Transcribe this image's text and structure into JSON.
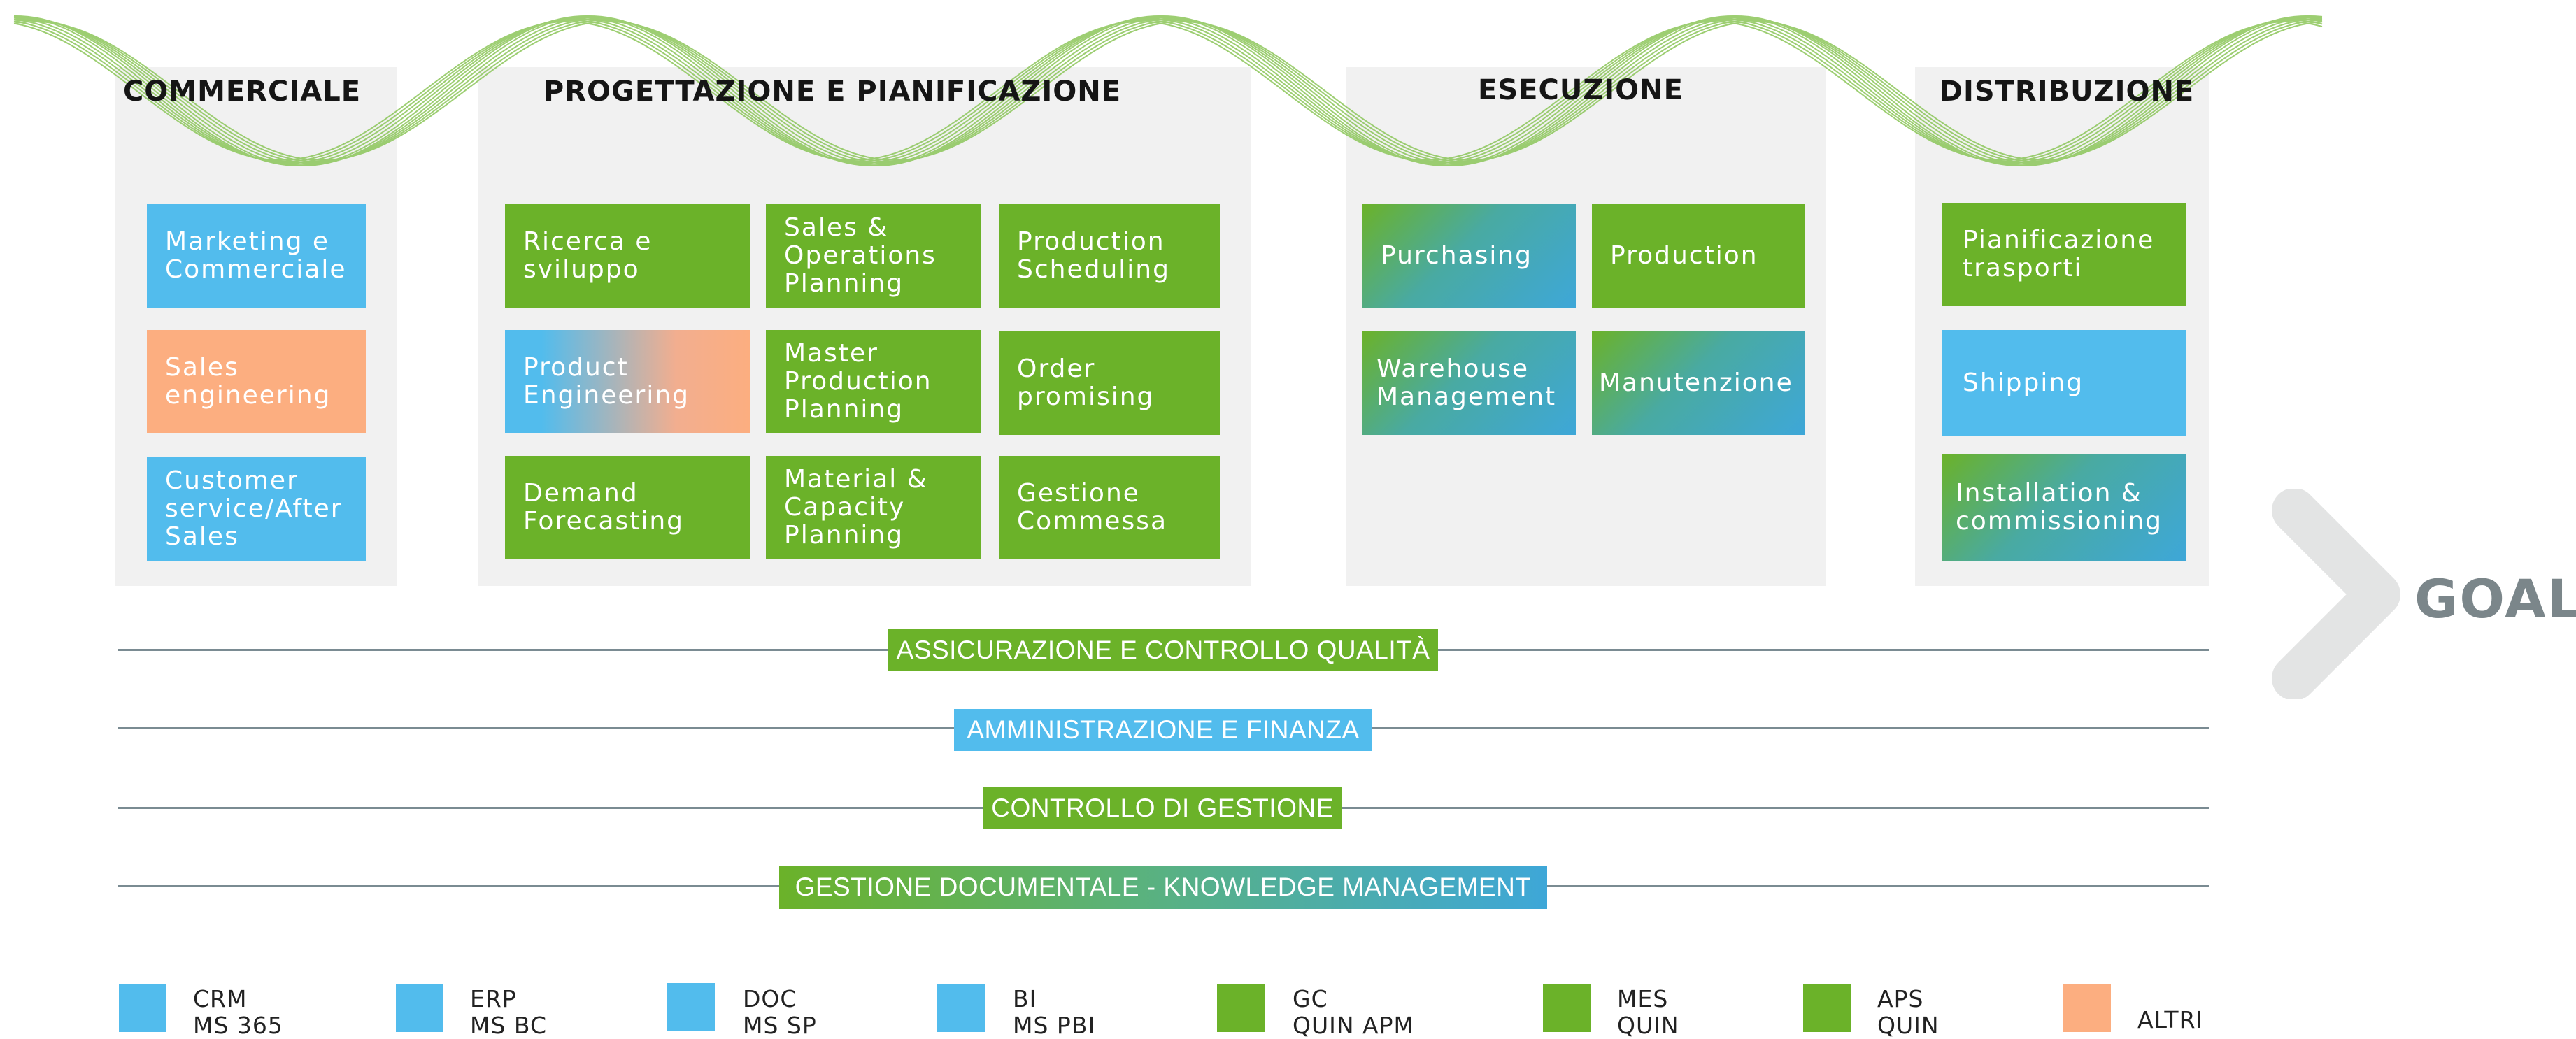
{
  "headings": {
    "commerciale": "COMMERCIALE",
    "progettazione": "PROGETTAZIONE E PIANIFICAZIONE",
    "esecuzione": "ESECUZIONE",
    "distribuzione": "DISTRIBUZIONE"
  },
  "commerciale": {
    "marketing": "Marketing e\nCommerciale",
    "sales_engineering": "Sales\nengineering",
    "customer_service": "Customer\nservice/After\nSales"
  },
  "progettazione": {
    "ricerca": "Ricerca e\nsviluppo",
    "sop": "Sales &\nOperations\nPlanning",
    "scheduling": "Production\nScheduling",
    "product_engineering": "Product\nEngineering",
    "mps": "Master\nProduction\nPlanning",
    "order_promising": "Order\npromising",
    "demand": "Demand\nForecasting",
    "mcp": "Material &\nCapacity\nPlanning",
    "commessa": "Gestione\nCommessa"
  },
  "esecuzione": {
    "purchasing": "Purchasing",
    "production": "Production",
    "warehouse": "Warehouse\nManagement",
    "manutenzione": "Manutenzione"
  },
  "distribuzione": {
    "trasporti": "Pianificazione\ntrasporti",
    "shipping": "Shipping",
    "installation": "Installation &\ncommissioning"
  },
  "goal": "GOAL",
  "bands": {
    "qualita": "ASSICURAZIONE E CONTROLLO QUALITÀ",
    "amministrazione": "AMMINISTRAZIONE E FINANZA",
    "controllo": "CONTROLLO DI GESTIONE",
    "documentale": "GESTIONE DOCUMENTALE - KNOWLEDGE MANAGEMENT"
  },
  "legend": [
    {
      "label": "CRM\nMS 365",
      "color": "#52bced"
    },
    {
      "label": "ERP\nMS BC",
      "color": "#52bced"
    },
    {
      "label": "DOC\nMS SP",
      "color": "#52bced"
    },
    {
      "label": "BI\nMS PBI",
      "color": "#52bced"
    },
    {
      "label": "GC\nQUIN APM",
      "color": "#6bb229"
    },
    {
      "label": "MES\nQUIN",
      "color": "#6bb229"
    },
    {
      "label": "APS\nQUIN",
      "color": "#6bb229"
    },
    {
      "label": "ALTRI",
      "color": "#fcae80"
    }
  ],
  "colors": {
    "green": "#6bb229",
    "blue": "#52bced",
    "orange": "#fcae80",
    "panel": "#f1f1f1",
    "goal": "#7b868a"
  }
}
